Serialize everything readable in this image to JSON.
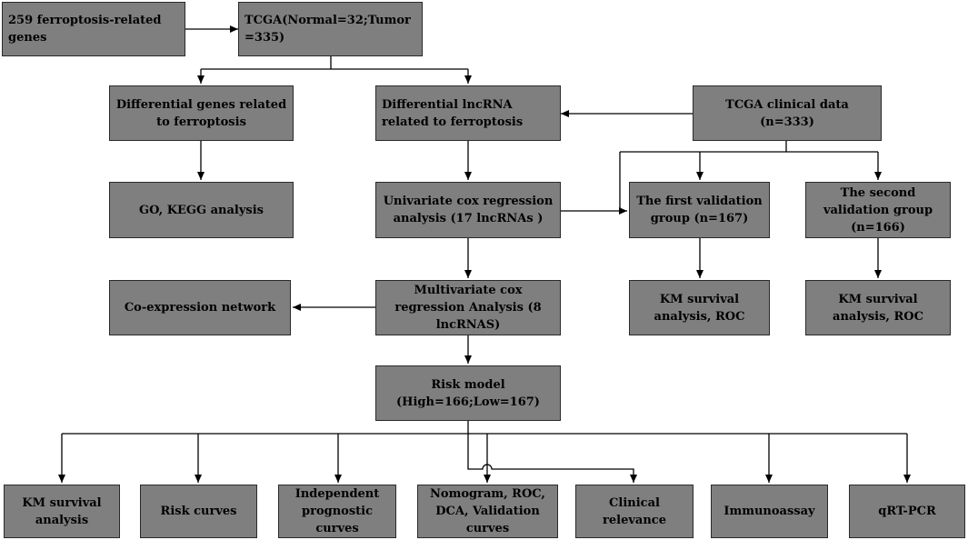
{
  "nodes": {
    "ferroptosis_genes": "259 ferroptosis-related genes",
    "tcga": "TCGA(Normal=32;Tumor =335)",
    "diff_genes": "Differential genes related to ferroptosis",
    "diff_lncrna": "Differential lncRNA related to ferroptosis",
    "tcga_clinical": "TCGA clinical data (n=333)",
    "go_kegg": "GO, KEGG analysis",
    "univariate": "Univariate cox regression analysis (17 lncRNAs )",
    "first_validation": "The first validation group (n=167)",
    "second_validation": "The second validation group (n=166)",
    "coexpression": "Co-expression network",
    "multivariate": "Multivariate cox regression Analysis (8 lncRNAS)",
    "km_roc_1": "KM survival analysis, ROC",
    "km_roc_2": "KM survival analysis, ROC",
    "risk_model": "Risk model (High=166;Low=167)",
    "km_survival": "KM survival analysis",
    "risk_curves": "Risk curves",
    "independent_prognostic": "Independent prognostic curves",
    "nomogram": "Nomogram, ROC, DCA, Validation curves",
    "clinical_relevance": "Clinical relevance",
    "immunoassay": "Immunoassay",
    "qrt_pcr": "qRT-PCR"
  }
}
